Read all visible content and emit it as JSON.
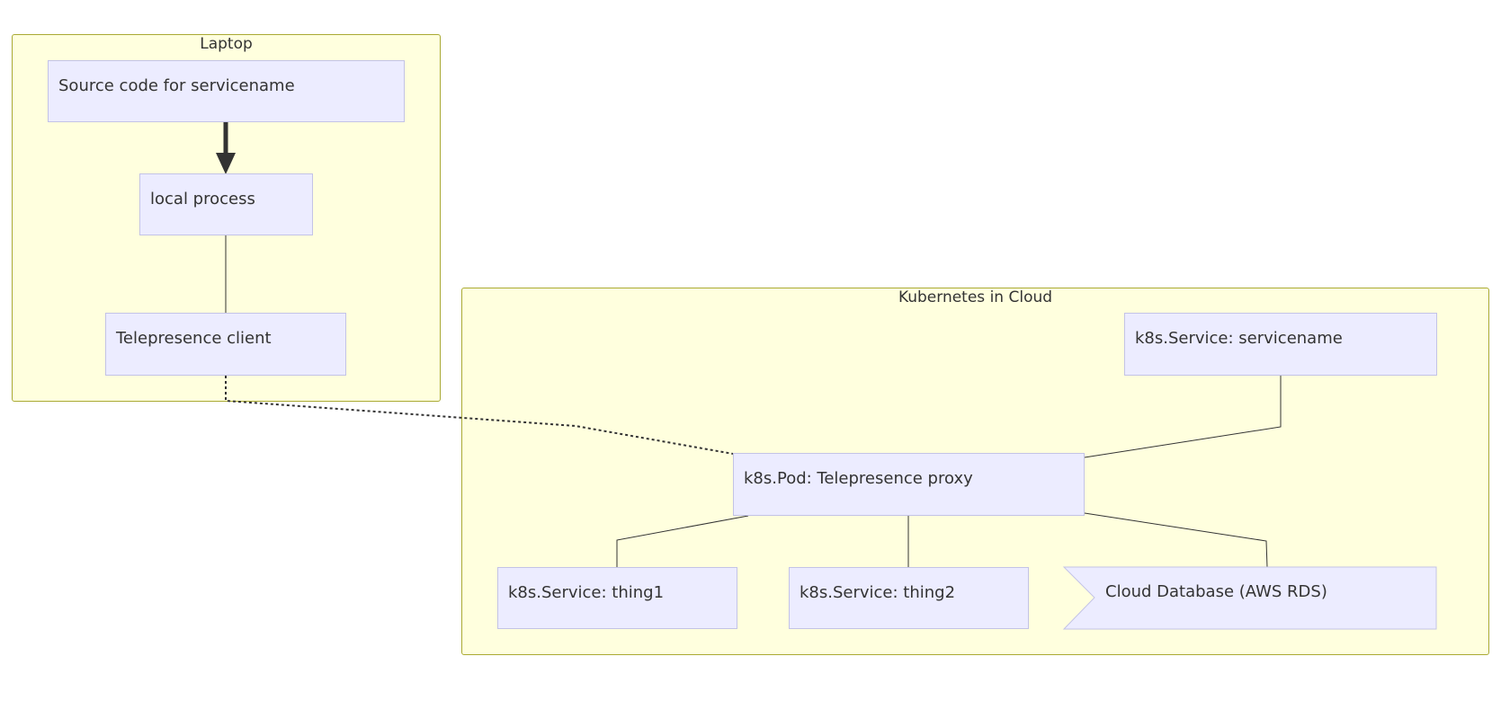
{
  "clusters": {
    "laptop": {
      "title": "Laptop"
    },
    "cloud": {
      "title": "Kubernetes in Cloud"
    }
  },
  "nodes": {
    "source_code": "Source code for servicename",
    "local_process": "local process",
    "telepresence_client": "Telepresence client",
    "k8s_service_servicename": "k8s.Service: servicename",
    "k8s_pod_proxy": "k8s.Pod: Telepresence proxy",
    "k8s_service_thing1": "k8s.Service: thing1",
    "k8s_service_thing2": "k8s.Service: thing2",
    "cloud_database": "Cloud Database (AWS RDS)"
  },
  "colors": {
    "cluster_fill": "#ffffde",
    "cluster_border": "#aaaa33",
    "node_fill": "#ececff",
    "node_border": "#c3c3e6",
    "edge": "#333333"
  }
}
